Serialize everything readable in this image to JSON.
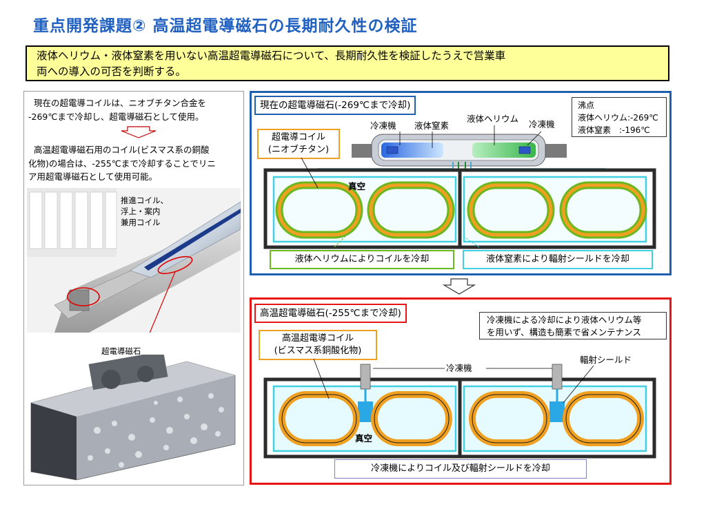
{
  "title": "重点開発課題② 高温超電導磁石の長期耐久性の検証",
  "intro": {
    "line1": "液体ヘリウム・液体窒素を用いない高温超電導磁石について、長期耐久性を検証したうえで営業車",
    "line2": "両への導入の可否を判断する。"
  },
  "left": {
    "p1_line1": "現在の超電導コイルは、ニオブチタン合金を",
    "p1_line2": "-269℃まで冷却し、超電導磁石として使用。",
    "p2_line1": "高温超電導磁石用のコイル(ビスマス系の銅酸",
    "p2_line2": "化物)の場合は、-255℃まで冷却することでリニ",
    "p2_line3": "ア用超電導磁石として使用可能。",
    "coil_label_1": "推進コイル、",
    "coil_label_2": "浮上・案内",
    "coil_label_3": "兼用コイル",
    "magnet_label": "超電導磁石"
  },
  "current": {
    "header": "現在の超電導磁石(-269℃まで冷却)",
    "boiling_title": "沸点",
    "boiling_he": "液体ヘリウム:-269℃",
    "boiling_n2": "液体窒素　:-196℃",
    "coil_box_1": "超電導コイル",
    "coil_box_2": "(ニオブチタン)",
    "refrigerator_1": "冷凍機",
    "refrigerator_2": "冷凍機",
    "liquid_n2": "液体窒素",
    "liquid_he": "液体ヘリウム",
    "vacuum": "真空",
    "caption_he": "液体ヘリウムによりコイルを冷却",
    "caption_n2": "液体窒素により輻射シールドを冷却"
  },
  "hts": {
    "header": "高温超電導磁石(-255℃まで冷却)",
    "note_1": "冷凍機による冷却により液体ヘリウム等",
    "note_2": "を用いず、構造も簡素で省メンテナンス",
    "coil_box_1": "高温超電導コイル",
    "coil_box_2": "(ビスマス系銅酸化物)",
    "refrigerator": "冷凍機",
    "shield": "輻射シールド",
    "vacuum": "真空",
    "caption": "冷凍機によりコイル及び輻射シールドを冷却"
  },
  "colors": {
    "title": "#2060c0",
    "intro_bg": "#ffff99",
    "current_border": "#1f5fb0",
    "hts_border": "#e61414",
    "coil_orange": "#f0a020",
    "coil_green": "#6ab820",
    "shield_cyan": "#40d0e0",
    "callout_orange": "#f0a020"
  }
}
